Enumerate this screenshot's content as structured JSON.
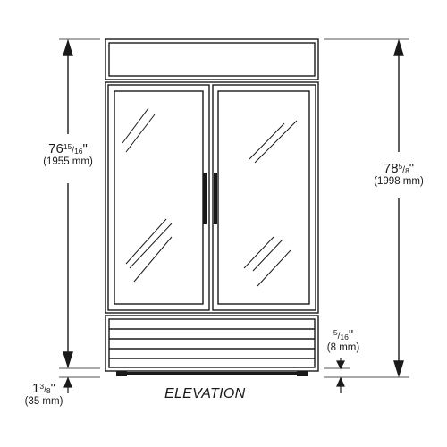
{
  "view_label": "ELEVATION",
  "dimensions": {
    "cabinet_height": {
      "whole": "76",
      "num": "15",
      "den": "16",
      "unit": "\"",
      "metric": "(1955 mm)"
    },
    "overall_height": {
      "whole": "78",
      "num": "5",
      "den": "8",
      "unit": "\"",
      "metric": "(1998 mm)"
    },
    "leg_height": {
      "whole": "1",
      "num": "3",
      "den": "8",
      "unit": "\"",
      "metric": "(35 mm)"
    },
    "base_clearance": {
      "whole": "",
      "num": "5",
      "den": "16",
      "unit": "\"",
      "metric": "(8 mm)"
    }
  },
  "colors": {
    "line": "#1a1a1a",
    "background": "#ffffff"
  }
}
